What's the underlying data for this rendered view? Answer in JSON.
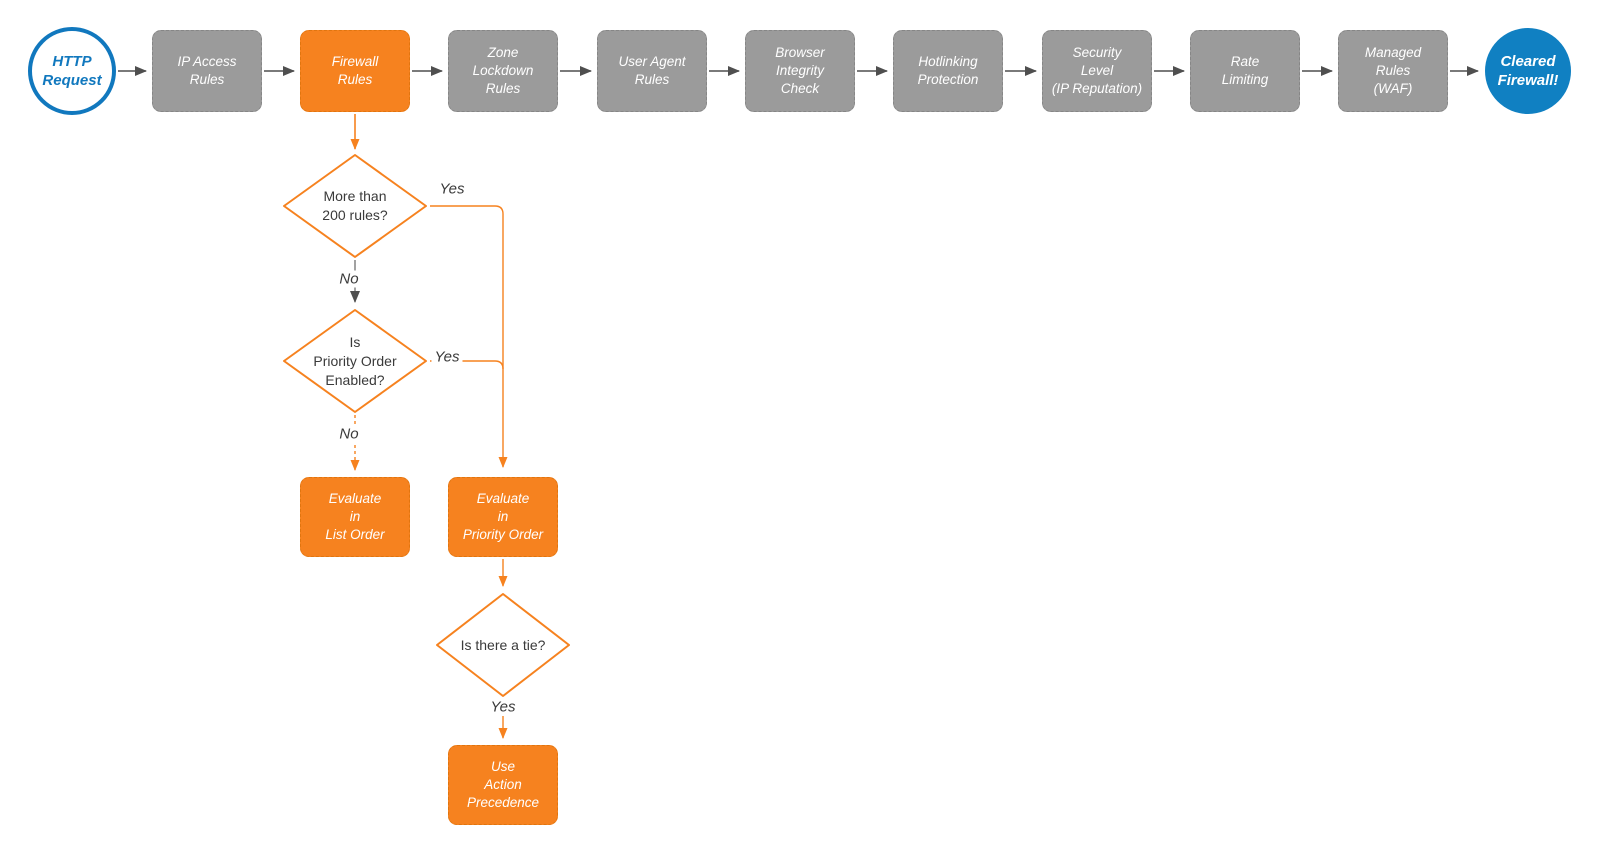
{
  "flow": {
    "start": {
      "label": "HTTP\nRequest"
    },
    "end": {
      "label": "Cleared\nFirewall!"
    },
    "pipeline": [
      {
        "label": "IP Access\nRules",
        "highlighted": false
      },
      {
        "label": "Firewall\nRules",
        "highlighted": true
      },
      {
        "label": "Zone\nLockdown\nRules",
        "highlighted": false
      },
      {
        "label": "User Agent\nRules",
        "highlighted": false
      },
      {
        "label": "Browser\nIntegrity\nCheck",
        "highlighted": false
      },
      {
        "label": "Hotlinking\nProtection",
        "highlighted": false
      },
      {
        "label": "Security\nLevel\n(IP Reputation)",
        "highlighted": false
      },
      {
        "label": "Rate\nLimiting",
        "highlighted": false
      },
      {
        "label": "Managed\nRules\n(WAF)",
        "highlighted": false
      }
    ],
    "decisions": {
      "more_than_200": {
        "label": "More than\n200 rules?",
        "yes": "Yes",
        "no": "No"
      },
      "priority_enabled": {
        "label": "Is\nPriority Order\nEnabled?",
        "yes": "Yes",
        "no": "No"
      },
      "tie": {
        "label": "Is there a tie?",
        "yes": "Yes"
      }
    },
    "actions": {
      "list_order": {
        "label": "Evaluate\nin\nList Order"
      },
      "priority_order": {
        "label": "Evaluate\nin\nPriority Order"
      },
      "precedence": {
        "label": "Use\nAction\nPrecedence"
      }
    },
    "colors": {
      "orange": "#F6821F",
      "gray": "#9B9B9B",
      "blue_outline": "#1178BE",
      "blue_fill": "#1080C2",
      "arrow_gray": "#4F4F4F",
      "text_dark": "#3A3A3A"
    }
  }
}
